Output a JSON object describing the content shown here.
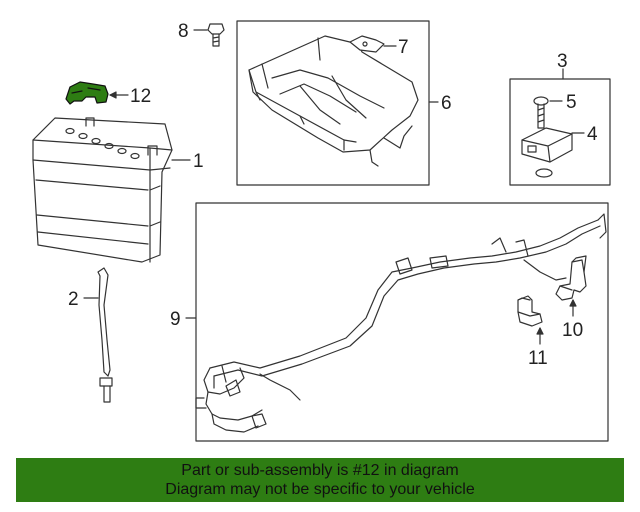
{
  "callouts": {
    "c1": "1",
    "c2": "2",
    "c3": "3",
    "c4": "4",
    "c5": "5",
    "c6": "6",
    "c7": "7",
    "c8": "8",
    "c9": "9",
    "c10": "10",
    "c11": "11",
    "c12": "12"
  },
  "highlight": {
    "part": "12",
    "color": "#2e7d13"
  },
  "banner": {
    "line1": "Part or sub-assembly is #12 in diagram",
    "line2": "Diagram may not be specific to your vehicle"
  }
}
